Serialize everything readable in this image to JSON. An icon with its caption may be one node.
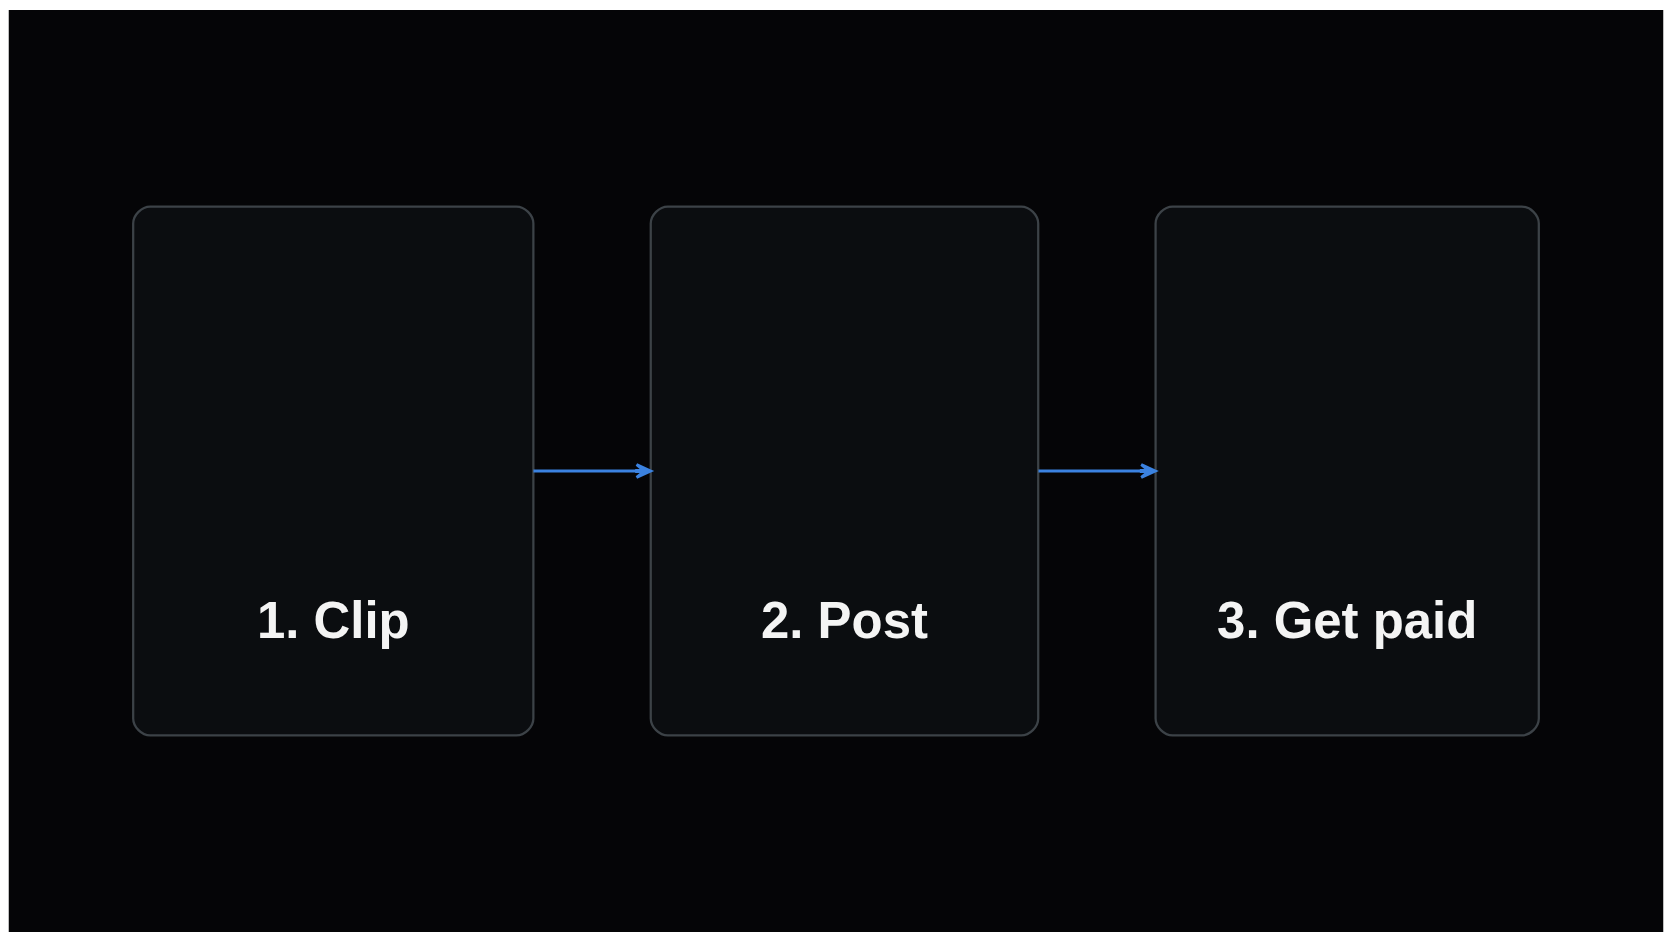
{
  "diagram": {
    "nodes": [
      {
        "text": [
          "1. Clip"
        ]
      },
      {
        "text": [
          "2. Post"
        ]
      },
      {
        "text": [
          "3. Get paid"
        ]
      }
    ],
    "edges": [
      {
        "from": 0,
        "to": 1,
        "arrow": "to"
      },
      {
        "from": 1,
        "to": 2,
        "arrow": "to"
      }
    ]
  }
}
